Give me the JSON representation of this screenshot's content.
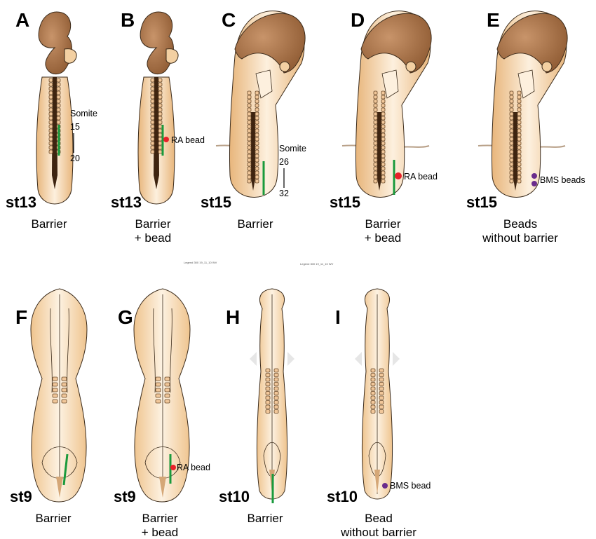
{
  "colors": {
    "tissue_light": "#fdf0de",
    "tissue_mid": "#f6d3a4",
    "tissue_dark": "#e8b67c",
    "head_brown": "#a06a3f",
    "neural_dark": "#3e2410",
    "outline": "#3a2a1a",
    "barrier_green": "#1a9a3c",
    "ra_bead": "#e8212a",
    "bms_bead": "#6a2c8c"
  },
  "tiny_labels": [
    "Legend 300 19_11_10 WV",
    "Legend 300 19_11_10 WV"
  ],
  "panels": [
    {
      "letter": "A",
      "stage": "st13",
      "caption": [
        "Barrier"
      ],
      "somite": {
        "title": "Somite",
        "from": "15",
        "to": "20"
      }
    },
    {
      "letter": "B",
      "stage": "st13",
      "caption": [
        "Barrier",
        "+ bead"
      ],
      "bead_label": "RA bead"
    },
    {
      "letter": "C",
      "stage": "st15",
      "caption": [
        "Barrier"
      ],
      "somite": {
        "title": "Somite",
        "from": "26",
        "to": "32"
      }
    },
    {
      "letter": "D",
      "stage": "st15",
      "caption": [
        "Barrier",
        "+ bead"
      ],
      "bead_label": "RA bead"
    },
    {
      "letter": "E",
      "stage": "st15",
      "caption": [
        "Beads",
        "without barrier"
      ],
      "bead_label": "BMS beads"
    },
    {
      "letter": "F",
      "stage": "st9",
      "caption": [
        "Barrier"
      ]
    },
    {
      "letter": "G",
      "stage": "st9",
      "caption": [
        "Barrier",
        "+ bead"
      ],
      "bead_label": "RA bead"
    },
    {
      "letter": "H",
      "stage": "st10",
      "caption": [
        "Barrier"
      ]
    },
    {
      "letter": "I",
      "stage": "st10",
      "caption": [
        "Bead",
        "without barrier"
      ],
      "bead_label": "BMS bead"
    }
  ]
}
